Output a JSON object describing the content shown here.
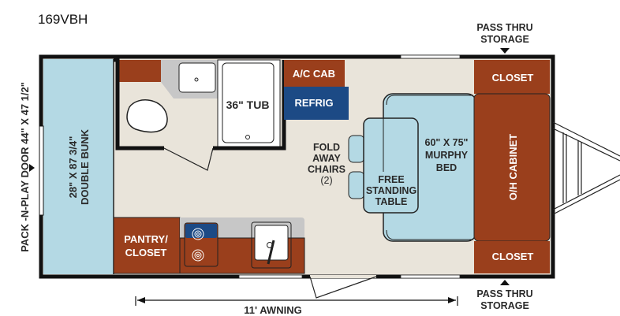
{
  "title": "169VBH",
  "labels": {
    "pass_thru_top": [
      "PASS THRU",
      "STORAGE"
    ],
    "pass_thru_bottom": [
      "PASS THRU",
      "STORAGE"
    ],
    "door": "PACK -N-PLAY DOOR  44\" X 47 1/2\"",
    "bunk": [
      "28\" X 87 3/4\"",
      "DOUBLE BUNK"
    ],
    "tub": "36\" TUB",
    "ac_cab": "A/C CAB",
    "refrig": "REFRIG",
    "chairs": [
      "FOLD",
      "AWAY",
      "CHAIRS",
      "(2)"
    ],
    "table": [
      "FREE",
      "STANDING",
      "TABLE"
    ],
    "murphy_bed": [
      "60\" X 75\"",
      "MURPHY",
      "BED"
    ],
    "closet_top": "CLOSET",
    "oh_cabinet": "O/H CABINET",
    "closet_bottom": "CLOSET",
    "pantry": [
      "PANTRY/",
      "CLOSET"
    ],
    "awning": "11' AWNING"
  },
  "colors": {
    "brown": "#9a3f1c",
    "blue": "#b4d9e4",
    "beige": "#e9e4da",
    "navy": "#1c4a85",
    "gray": "#c7c7c7"
  }
}
